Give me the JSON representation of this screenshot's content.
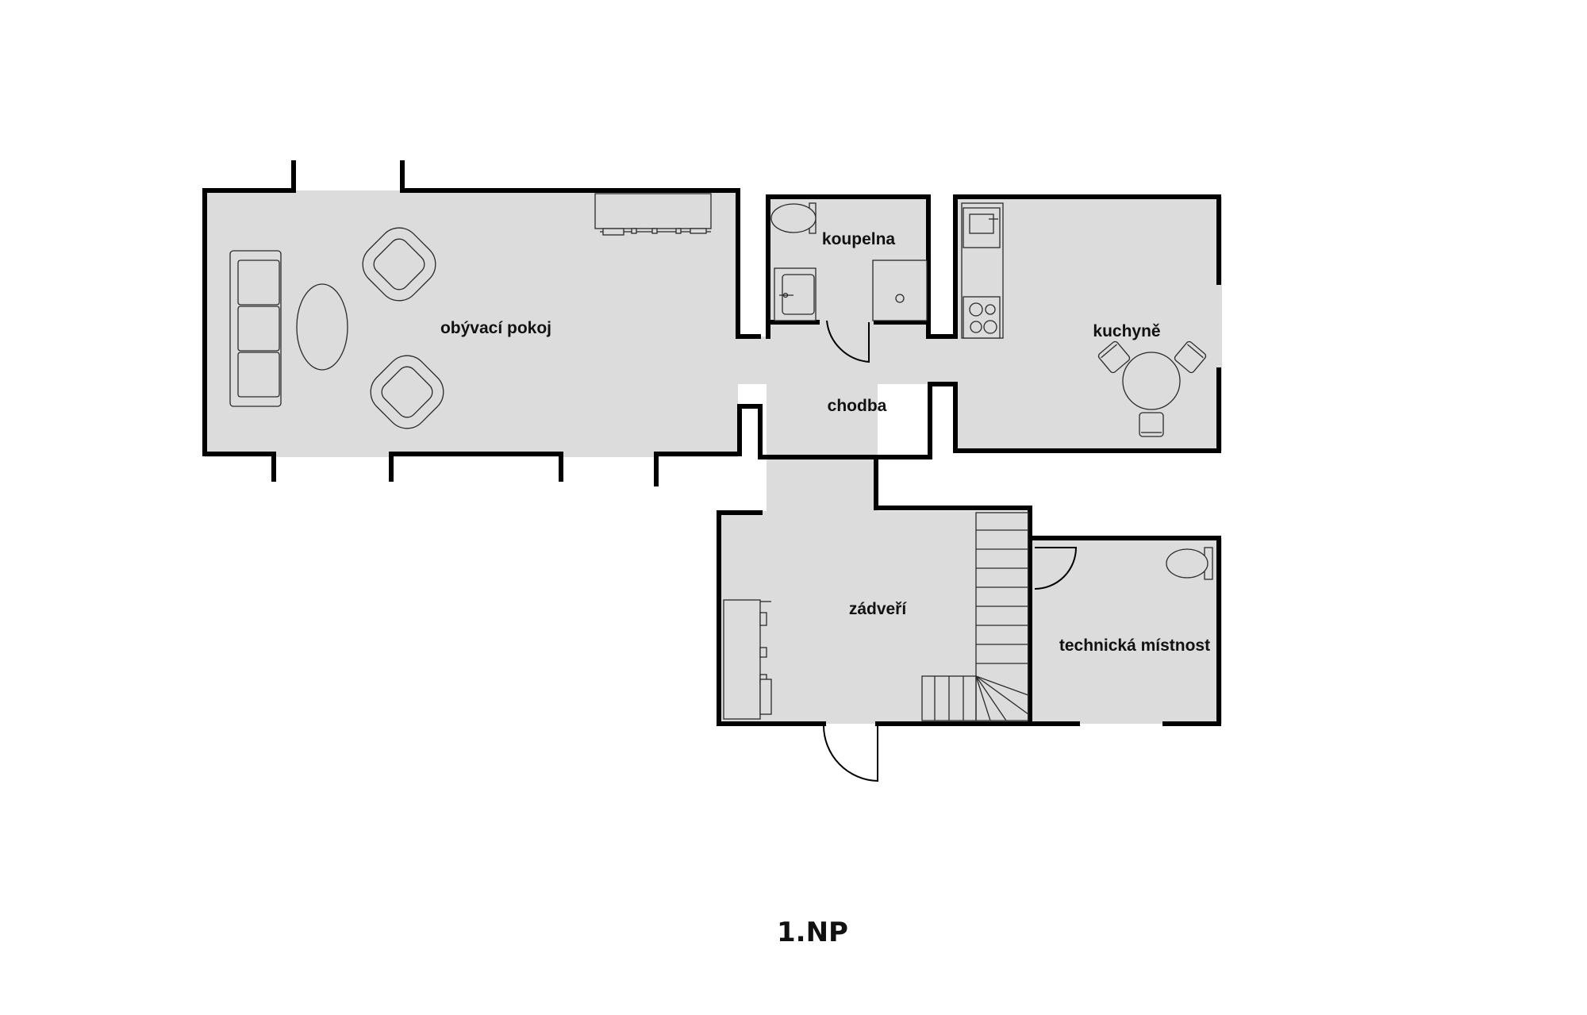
{
  "rooms": {
    "living_room": "obývací pokoj",
    "bathroom": "koupelna",
    "kitchen": "kuchyně",
    "hallway": "chodba",
    "vestibule": "zádveří",
    "technical_room": "technická místnost"
  },
  "floor_label": "1.NP",
  "colors": {
    "floor": "#dcdcdc",
    "wall": "#000000",
    "background": "#ffffff"
  }
}
